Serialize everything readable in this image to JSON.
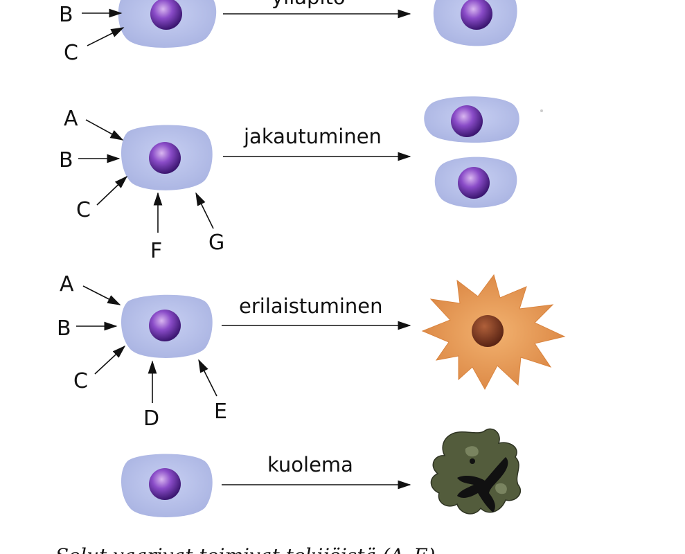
{
  "rows": [
    {
      "process": "ylläpito",
      "labels": [
        "B",
        "C"
      ],
      "result": "cell"
    },
    {
      "process": "jakautuminen",
      "labels": [
        "A",
        "B",
        "C",
        "F",
        "G"
      ],
      "result": "two-cells"
    },
    {
      "process": "erilaistuminen",
      "labels": [
        "A",
        "B",
        "C",
        "D",
        "E"
      ],
      "result": "differentiated-cell"
    },
    {
      "process": "kuolema",
      "labels": [],
      "result": "dead-cell"
    }
  ],
  "caption": "Solut vaarivat toimivat tekijöistä (A–E)",
  "colors": {
    "cytoplasm": "#b7c0e8",
    "nucleus": "#6a35a8",
    "differentiated_body": "#e79a52",
    "differentiated_nucleus": "#7a3a22",
    "dead_body": "#4f5a3a",
    "dead_mark": "#111111"
  }
}
